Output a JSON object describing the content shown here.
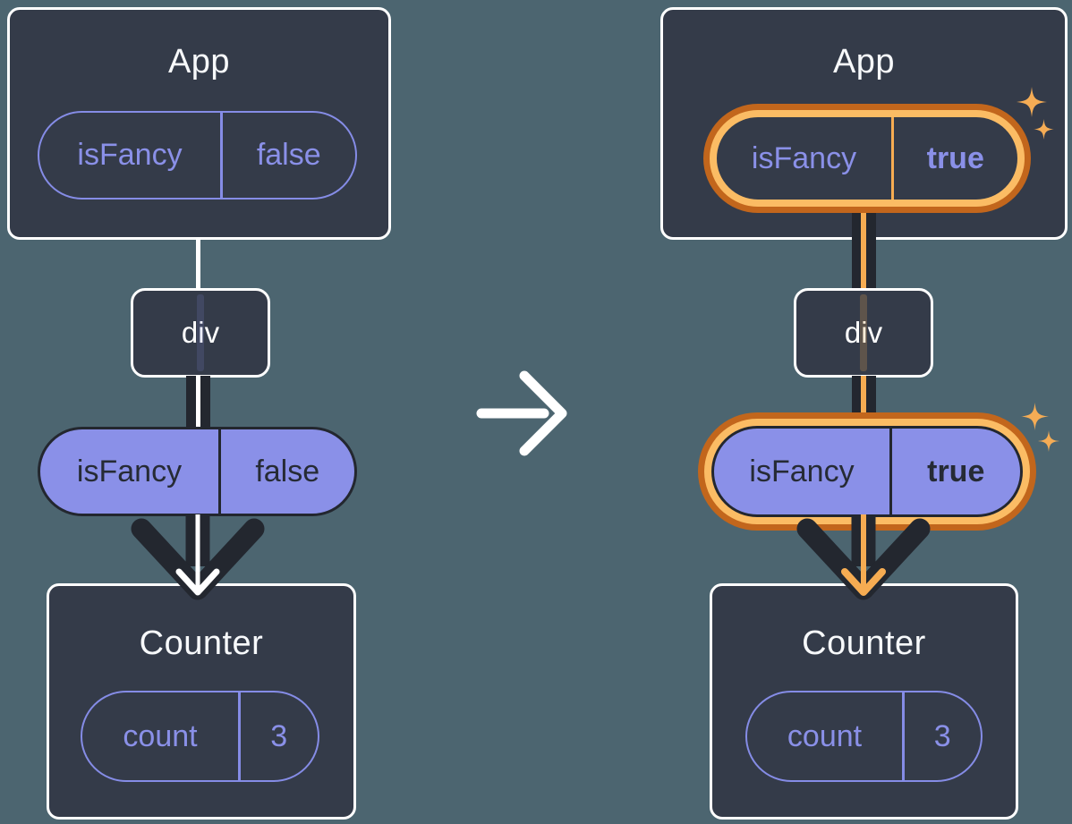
{
  "colors": {
    "background": "#4C6570",
    "card_fill": "#343B49",
    "card_border": "#FFFFFF",
    "dark_line": "#23272F",
    "purple": "#8A90E8",
    "orange_light": "#FBBC64",
    "orange": "#F6AC52",
    "orange_dark": "#C2661C",
    "white": "#FFFFFF"
  },
  "before": {
    "app": {
      "title": "App",
      "state_name": "isFancy",
      "state_value": "false"
    },
    "div": {
      "label": "div"
    },
    "prop": {
      "name": "isFancy",
      "value": "false"
    },
    "counter": {
      "title": "Counter",
      "state_name": "count",
      "state_value": "3"
    }
  },
  "after": {
    "app": {
      "title": "App",
      "state_name": "isFancy",
      "state_value": "true"
    },
    "div": {
      "label": "div"
    },
    "prop": {
      "name": "isFancy",
      "value": "true"
    },
    "counter": {
      "title": "Counter",
      "state_name": "count",
      "state_value": "3"
    }
  }
}
